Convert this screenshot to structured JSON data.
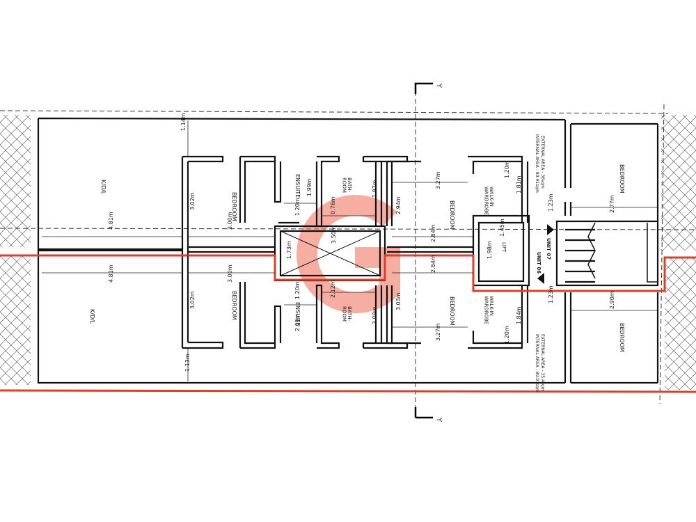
{
  "colors": {
    "wall": "#111111",
    "boundary": "#d9412b",
    "watermark": "#ef6a55",
    "hatch": "#555555",
    "dim": "#222222"
  },
  "section_marker": "Y",
  "logo_watermark": "G",
  "rooms": {
    "kdl_top": "K/D/L",
    "kdl_bottom": "K/D/L",
    "bedroom_1": "BEDROOM",
    "bedroom_2": "BEDROOM",
    "bedroom_3": "BEDROOM",
    "bedroom_4": "BEDROOM",
    "bedroom_5": "BEDROOM",
    "bedroom_6": "BEDROOM",
    "ensuite_top": "ENSUITE",
    "ensuite_bottom": "ENSUITE",
    "bathroom_top": "BATH-\nROOM",
    "bathroom_bottom": "BATH-\nROOM",
    "walkin_top": "WALK-IN\nWARDROBE",
    "walkin_bottom": "WALK-IN\nWARDROBE",
    "lift": "LIFT"
  },
  "units": {
    "unit_07": "UNIT 07",
    "unit_06": "UNIT 06"
  },
  "areas": {
    "top_internal": "INTERNAL AREA - 89.91sqm",
    "top_external": "EXTERNAL AREA - 36sqm",
    "bottom_internal": "INTERNAL AREA - 89.91sqm",
    "bottom_external": "EXTERNAL AREA - 35.4sqm"
  },
  "dimensions": {
    "d114": "1.14m",
    "d302a": "3.02m",
    "d481a": "4.81m",
    "d300a": "3.00m",
    "d300b": "3.00m",
    "d481b": "4.81m",
    "d302b": "3.02m",
    "d113": "1.13m",
    "d199": "1.99m",
    "d120a": "1.20m",
    "d076": "0.76m",
    "d197": "1.97m",
    "d173": "1.73m",
    "d350": "3.50m",
    "d120b": "1.20m",
    "d212": "2.12m",
    "d209a": "2.09m",
    "d209b": "2.09m",
    "d294": "2.94m",
    "d284a": "2.84m",
    "d284b": "2.84m",
    "d303": "3.03m",
    "d327a": "3.27m",
    "d327b": "3.27m",
    "d120c": "1.20m",
    "d181": "1.81m",
    "d145": "1.45m",
    "d198": "1.98m",
    "d184": "1.84m",
    "d120d": "1.20m",
    "d123a": "1.23m",
    "d277": "2.77m",
    "d123b": "1.23m",
    "d290": "2.90m"
  }
}
